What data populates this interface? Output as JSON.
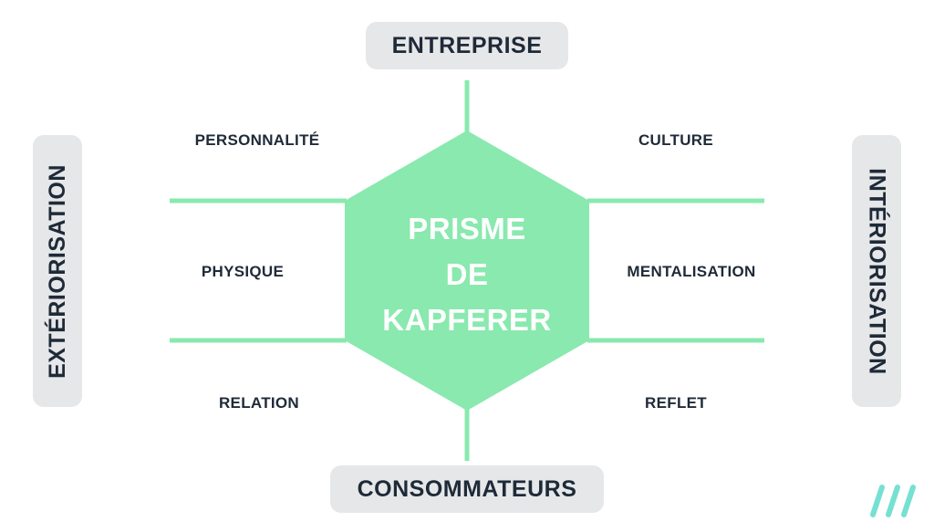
{
  "diagram": {
    "center": {
      "lines": [
        "PRISME",
        "DE",
        "KAPFERER"
      ]
    },
    "axes": {
      "top": "ENTREPRISE",
      "bottom": "CONSOMMATEURS",
      "left": "EXTÉRIORISATION",
      "right": "INTÉRIORISATION"
    },
    "facets": {
      "top_left": "PERSONNALITÉ",
      "top_right": "CULTURE",
      "middle_left": "PHYSIQUE",
      "middle_right": "MENTALISATION",
      "bottom_left": "RELATION",
      "bottom_right": "REFLET"
    },
    "colors": {
      "accent": "#89e9ae",
      "box_bg": "#e6e7e9",
      "text_dark": "#1f2a38",
      "center_text": "#ffffff",
      "logo": "#76e0d2"
    },
    "logo": {
      "icon": "three-slash-logo-icon"
    }
  }
}
